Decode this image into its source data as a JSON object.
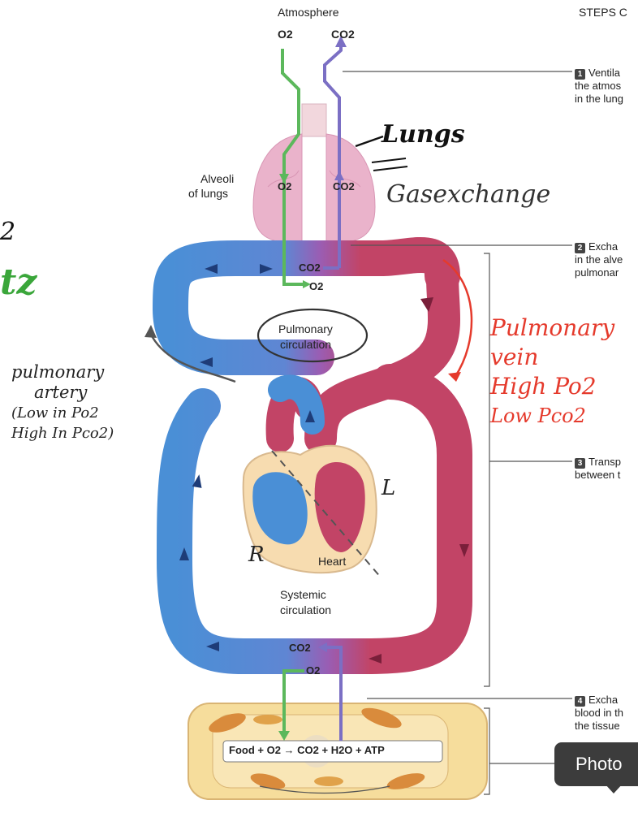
{
  "top_labels": {
    "atmosphere": "Atmosphere",
    "o2": "O2",
    "co2": "CO2"
  },
  "alveoli_label": {
    "line1": "Alveoli",
    "line2": "of lungs"
  },
  "gas_labels": {
    "alv_o2": "O2",
    "alv_co2": "CO2",
    "pul_co2": "CO2",
    "pul_o2": "O2",
    "sys_co2": "CO2",
    "sys_o2": "O2"
  },
  "circ_labels": {
    "pulmonary_1": "Pulmonary",
    "pulmonary_2": "circulation",
    "systemic_1": "Systemic",
    "systemic_2": "circulation",
    "heart": "Heart"
  },
  "equation": "Food + O2 → CO2 + H2O + ATP",
  "steps": {
    "title": "STEPS C",
    "s1_num": "1",
    "s1_l1": "Ventila",
    "s1_l2": "the atmos",
    "s1_l3": "in the lung",
    "s2_num": "2",
    "s2_l1": "Excha",
    "s2_l2": "in the alve",
    "s2_l3": "pulmonar",
    "s3_num": "3",
    "s3_l1": "Transp",
    "s3_l2": "between t",
    "s4_num": "4",
    "s4_l1": "Excha",
    "s4_l2": "blood in th",
    "s4_l3": "the tissue"
  },
  "handwriting": {
    "lungs": "Lungs",
    "gas_exchange": "Gasexchange",
    "edge_green": "tz",
    "edge_black": "2",
    "pul_artery": [
      "pulmonary",
      "artery",
      "(Low in Po2",
      "High In Pco2)"
    ],
    "pul_vein": [
      "Pulmonary",
      "vein",
      "High Po2",
      "Low Pco2"
    ],
    "R": "R",
    "L": "L"
  },
  "photo_button": "Photo",
  "colors": {
    "blue": "#4a8fd6",
    "red": "#c24466",
    "green": "#5cb85c",
    "purple": "#7b6fc4",
    "lung": "#eab3cb",
    "tissue": "#f6dd9c",
    "annot_red": "#e53a2c",
    "annot_green": "#3aa63a"
  }
}
